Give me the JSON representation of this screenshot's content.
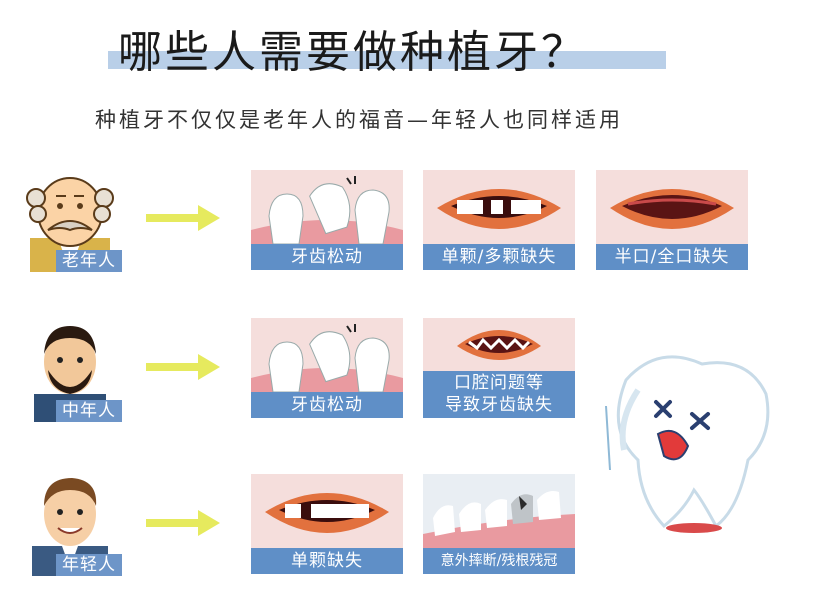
{
  "title": "哪些人需要做种植牙？",
  "subtitle": "种植牙不仅仅是老年人的福音—年轻人也同样适用",
  "colors": {
    "accent": "#6d95c8",
    "arrow": "#e6ea5e",
    "title_bar": "#b9cfe8",
    "card_bg": "#f5dedc"
  },
  "rows": [
    {
      "person": "老年人",
      "icon": "elderly-man-avatar",
      "cards": [
        {
          "label": "牙齿松动",
          "icon": "loose-teeth-illustration"
        },
        {
          "label": "单颗/多颗缺失",
          "icon": "missing-tooth-mouth-illustration"
        },
        {
          "label": "半口/全口缺失",
          "icon": "toothless-mouth-illustration"
        }
      ]
    },
    {
      "person": "中年人",
      "icon": "middle-aged-man-avatar",
      "cards": [
        {
          "label": "牙齿松动",
          "icon": "loose-teeth-illustration"
        },
        {
          "label_line1": "口腔问题等",
          "label_line2": "导致牙齿缺失",
          "icon": "damaged-teeth-mouth-illustration"
        }
      ]
    },
    {
      "person": "年轻人",
      "icon": "young-man-avatar",
      "cards": [
        {
          "label": "单颗缺失",
          "icon": "single-missing-tooth-illustration"
        },
        {
          "label": "意外摔断/残根残冠",
          "icon": "broken-tooth-illustration"
        }
      ]
    }
  ]
}
